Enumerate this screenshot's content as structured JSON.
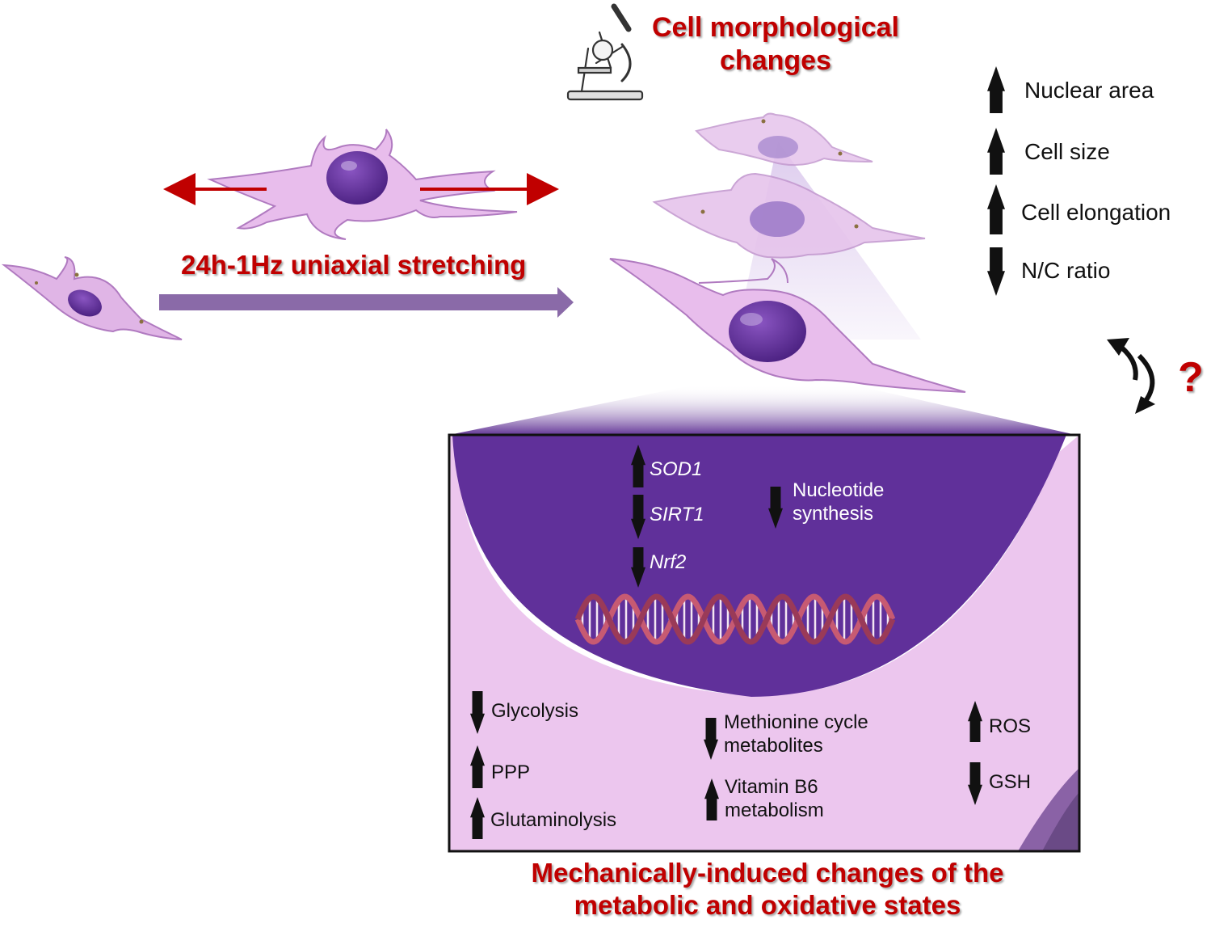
{
  "title_morph": [
    "Cell morphological",
    "changes"
  ],
  "stretch_label": "24h-1Hz uniaxial stretching",
  "morph_changes": [
    {
      "label": "Nuclear area",
      "dir": "up"
    },
    {
      "label": "Cell size",
      "dir": "up"
    },
    {
      "label": "Cell elongation",
      "dir": "up"
    },
    {
      "label": "N/C ratio",
      "dir": "down"
    }
  ],
  "question_mark": "?",
  "nucleus_items": {
    "genes": [
      {
        "label": "SOD1",
        "dir": "up"
      },
      {
        "label": "SIRT1",
        "dir": "down"
      },
      {
        "label": "Nrf2",
        "dir": "down"
      }
    ],
    "nucleotide": {
      "lines": [
        "Nucleotide",
        "synthesis"
      ],
      "dir": "down"
    }
  },
  "metabolism": {
    "left": [
      {
        "label": "Glycolysis",
        "dir": "down"
      },
      {
        "label": "PPP",
        "dir": "up"
      },
      {
        "label": "Glutaminolysis",
        "dir": "up"
      }
    ],
    "middle": [
      {
        "lines": [
          "Methionine cycle",
          "metabolites"
        ],
        "dir": "down"
      },
      {
        "lines": [
          "Vitamin B6",
          "metabolism"
        ],
        "dir": "up"
      }
    ],
    "right": [
      {
        "label": "ROS",
        "dir": "up"
      },
      {
        "label": "GSH",
        "dir": "down"
      }
    ]
  },
  "bottom_title": [
    "Mechanically-induced changes of the",
    "metabolic and oxidative states"
  ],
  "colors": {
    "accent_red": "#c00000",
    "nucleus_purple": "#60309a",
    "cytoplasm_pink": "#ecc6ee",
    "arrow_purple": "#8a6aa8"
  }
}
